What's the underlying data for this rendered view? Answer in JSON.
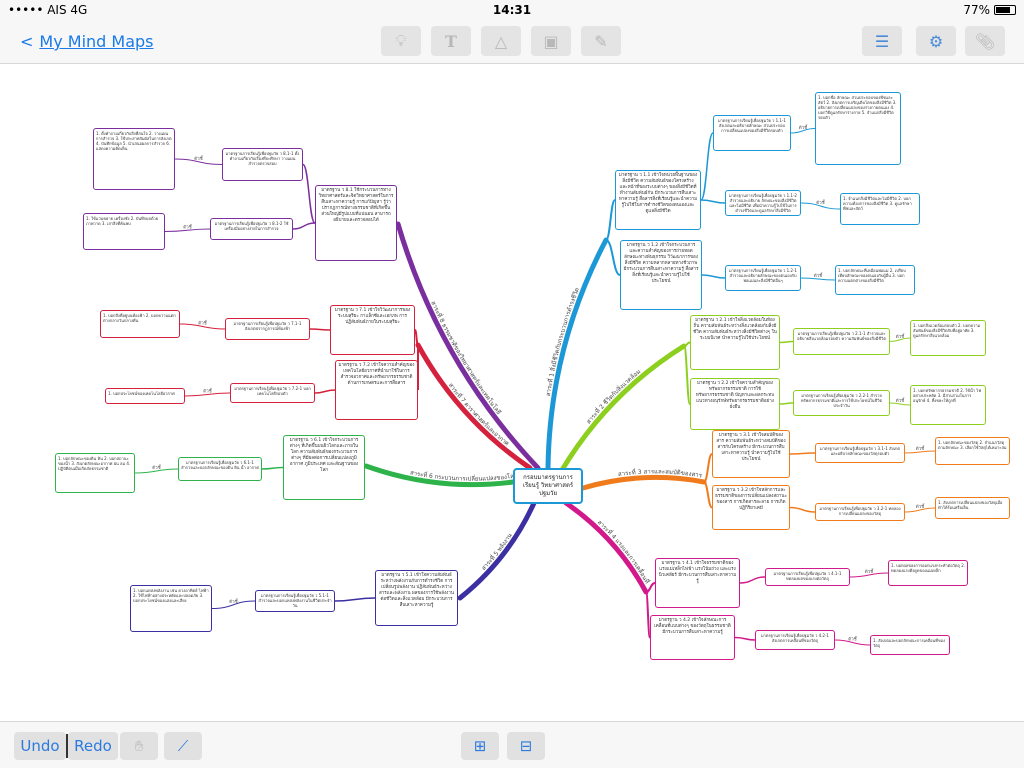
{
  "status": {
    "carrier": "••••• AIS  4G",
    "time": "14:31",
    "battery": "77%"
  },
  "nav": {
    "back_label": "My Mind Maps"
  },
  "toolbar": {
    "icons": [
      "lightbulb-icon",
      "text-icon",
      "shapes-icon",
      "image-icon",
      "pencil-icon",
      "outline-icon",
      "style-icon",
      "attachment-icon"
    ]
  },
  "bottom": {
    "undo": "Undo",
    "redo": "Redo"
  },
  "connector_label": "ตัวชี้",
  "center": "กรอบมาตรฐานการเรียนรู้ วิทยาศาสตร์ปฐมวัย",
  "branches": [
    {
      "label": "สาระที่ 1 สิ่งมีชีวิตกับกระบวนการดำรงชีวิต",
      "color": "#1c98d6"
    },
    {
      "label": "สาระที่ 2 ชีวิตกับสิ่งแวดล้อม",
      "color": "#8dcf1f"
    },
    {
      "label": "สาระที่ 3 สารและสมบัติของสาร",
      "color": "#f07b1c"
    },
    {
      "label": "สาระที่ 4 แรงและการเคลื่อนที่",
      "color": "#d2188a"
    },
    {
      "label": "สาระที่ 5 พลังงาน",
      "color": "#3b2fa2"
    },
    {
      "label": "สาระที่ 6 กระบวนการเปลี่ยนแปลงของโลก",
      "color": "#2db34a"
    },
    {
      "label": "สาระที่ 7 ดาราศาสตร์และอวกาศ",
      "color": "#d4213d"
    },
    {
      "label": "สาระที่ 8 ธรรมชาติของวิทยาศาสตร์และเทคโนโลยี",
      "color": "#7b2f9e"
    }
  ],
  "nodes": {
    "m1a": "มาตรฐาน ว 1.1 เข้าใจหน่วยพื้นฐานของสิ่งมีชีวิต ความสัมพันธ์ของโครงสร้าง และหน้าที่ของระบบต่างๆ ของสิ่งมีชีวิตที่ทำงานสัมพันธ์กัน มีกระบวนการสืบเสาะหาความรู้ สื่อสารสิ่งที่เรียนรู้และนำความรู้ไปใช้ในการดำรงชีวิตของตนเองและดูแลสิ่งมีชีวิต",
    "m1b": "มาตรฐาน ว 1.2 เข้าใจกระบวนการและความสำคัญของการถ่ายทอดลักษณะทางพันธุกรรม วิวัฒนาการของสิ่งมีชีวิต ความหลากหลายทางชีวภาพ มีกระบวนการสืบเสาะหาความรู้ สื่อสารสิ่งที่เรียนรู้และนำความรู้ไปใช้ประโยชน์",
    "s1a": "มาตรฐานการเรียนรู้เพื่อปฐมวัย ว 1.1-1 สังเกตและอธิบายลักษณะ ส่วนประกอบ การเปลี่ยนแปลงของสิ่งมีชีวิตรอบตัว",
    "s1b": "มาตรฐานการเรียนรู้เพื่อปฐมวัย ว 1.1-2 สำรวจและอธิบาย ลักษณะของสิ่งมีชีวิตและไม่มีชีวิต เพื่อนำความรู้ไปใช้ในการดำรงชีวิตและดูแลรักษาสิ่งมีชีวิต",
    "s1c": "มาตรฐานการเรียนรู้เพื่อปฐมวัย ว 1.2-1 สำรวจและอธิบายลักษณะของตนเองกับพ่อแม่และสิ่งมีชีวิตอื่นๆ",
    "l1a": "1. บอกชื่อ ลักษณะ ส่วนประกอบของพืชและสัตว์ 2. สังเกตการเจริญเติบโตของสิ่งมีชีวิต 3. อธิบายการเปลี่ยนแปลงของร่างกายตนเอง 4. บอกวิธีดูแลรักษาร่างกาย 5. จำแนกสิ่งมีชีวิตรอบตัว",
    "l1b": "1. จำแนกสิ่งมีชีวิตและไม่มีชีวิต 2. บอกความต้องการของสิ่งมีชีวิต 3. ดูแลรักษาพืชและสัตว์",
    "l1c": "1. บอกลักษณะที่เหมือนพ่อแม่ 2. เปรียบเทียบลักษณะของตนเองกับผู้อื่น 3. บอกความแตกต่างของสิ่งมีชีวิต",
    "m2a": "มาตรฐาน ว 2.1 เข้าใจสิ่งแวดล้อมในท้องถิ่น ความสัมพันธ์ระหว่างสิ่งแวดล้อมกับสิ่งมีชีวิต ความสัมพันธ์ระหว่างสิ่งมีชีวิตต่างๆ ในระบบนิเวศ นำความรู้ไปใช้ประโยชน์",
    "m2b": "มาตรฐาน ว 2.2 เข้าใจความสำคัญของทรัพยากรธรรมชาติ การใช้ทรัพยากรธรรมชาติ ปัญหาและผลกระทบ แนวทางอนุรักษ์ทรัพยากรธรรมชาติอย่างยั่งยืน",
    "s2a": "มาตรฐานการเรียนรู้เพื่อปฐมวัย ว 2.1-1 สำรวจและอธิบายสิ่งแวดล้อมรอบตัว ความสัมพันธ์ของสิ่งมีชีวิต",
    "s2b": "มาตรฐานการเรียนรู้เพื่อปฐมวัย ว 2.2-1 สำรวจทรัพยากรธรรมชาติและการใช้ประโยชน์ในชีวิตประจำวัน",
    "l2a": "1. บอกสิ่งแวดล้อมรอบตัว 2. บอกความสัมพันธ์ของสิ่งมีชีวิตกับที่อยู่อาศัย 3. ดูแลรักษาสิ่งแวดล้อม",
    "l2b": "1. บอกทรัพยากรธรรมชาติ 2. ใช้น้ำ ไฟอย่างประหยัด 3. มีส่วนร่วมในการอนุรักษ์ 4. ทิ้งขยะให้ถูกที่",
    "m3a": "มาตรฐาน ว 3.1 เข้าใจสมบัติของสาร ความสัมพันธ์ระหว่างสมบัติของสารกับโครงสร้าง มีกระบวนการสืบเสาะหาความรู้ นำความรู้ไปใช้ประโยชน์",
    "m3b": "มาตรฐาน ว 3.2 เข้าใจหลักการและธรรมชาติของการเปลี่ยนแปลงสถานะของสาร การเกิดสารละลาย การเกิดปฏิกิริยาเคมี",
    "s3a": "มาตรฐานการเรียนรู้เพื่อปฐมวัย ว 3.1-1 สังเกตและอธิบายลักษณะของวัสดุรอบตัว",
    "s3b": "มาตรฐานการเรียนรู้เพื่อปฐมวัย ว 3.2-1 ทดลองการเปลี่ยนแปลงของวัสดุ",
    "l3a": "1. บอกลักษณะของวัสดุ 2. จำแนกวัสดุตามลักษณะ 3. เลือกใช้วัสดุได้เหมาะสม",
    "l3b": "1. สังเกตการเปลี่ยนแปลงของวัสดุเมื่อทำให้ร้อนหรือเย็น",
    "m4a": "มาตรฐาน ว 4.1 เข้าใจธรรมชาติของแรงแม่เหล็กไฟฟ้า แรงโน้มถ่วง และแรงนิวเคลียร์ มีกระบวนการสืบเสาะหาความรู้",
    "m4b": "มาตรฐาน ว 4.2 เข้าใจลักษณะการเคลื่อนที่แบบต่างๆ ของวัตถุในธรรมชาติ มีกระบวนการสืบเสาะหาความรู้",
    "s4a": "มาตรฐานการเรียนรู้เพื่อปฐมวัย ว 4.1-1 ทดลองผลของแรงต่อวัตถุ",
    "s4b": "มาตรฐานการเรียนรู้เพื่อปฐมวัย ว 4.2-1 สังเกตการเคลื่อนที่ของวัตถุ",
    "l4a": "1. บอกผลของการออกแรงกระทำต่อวัตถุ 2. ทดลองแรงดึงดูดของแม่เหล็ก",
    "l4b": "1. สังเกตและบอกลักษณะการเคลื่อนที่ของวัตถุ",
    "m5a": "มาตรฐาน ว 5.1 เข้าใจความสัมพันธ์ระหว่างพลังงานกับการดำรงชีวิต การเปลี่ยนรูปพลังงาน ปฏิสัมพันธ์ระหว่างสารและพลังงาน ผลของการใช้พลังงานต่อชีวิตและสิ่งแวดล้อม มีกระบวนการสืบเสาะหาความรู้",
    "s5a": "มาตรฐานการเรียนรู้เพื่อปฐมวัย ว 5.1-1 สำรวจและบอกแหล่งพลังงานในชีวิตประจำวัน",
    "l5a": "1. บอกแหล่งพลังงาน เช่น ดวงอาทิตย์ ไฟฟ้า 2. ใช้ไฟฟ้าอย่างประหยัดและปลอดภัย 3. บอกประโยชน์ของแสงและเสียง",
    "m6a": "มาตรฐาน ว 6.1 เข้าใจกระบวนการต่างๆ ที่เกิดขึ้นบนผิวโลกและภายในโลก ความสัมพันธ์ของกระบวนการต่างๆ ที่มีผลต่อการเปลี่ยนแปลงภูมิอากาศ ภูมิประเทศ และสัณฐานของโลก",
    "s6a": "มาตรฐานการเรียนรู้เพื่อปฐมวัย ว 6.1-1 สำรวจและบอกลักษณะของดิน หิน น้ำ อากาศ",
    "l6a": "1. บอกลักษณะของดิน หิน 2. บอกสถานะของน้ำ 3. สังเกตลักษณะอากาศ ฝน ลม 4. ปฏิบัติตนเมื่อเกิดภัยธรรมชาติ",
    "m7a": "มาตรฐาน ว 7.1 เข้าใจวิวัฒนาการของระบบสุริยะ กาแล็กซีและเอกภพ การปฏิสัมพันธ์ภายในระบบสุริยะ",
    "m7b": "มาตรฐาน ว 7.2 เข้าใจความสำคัญของเทคโนโลยีอวกาศที่นำมาใช้ในการสำรวจอวกาศและทรัพยากรธรรมชาติ ด้านการเกษตรและการสื่อสาร",
    "s7a": "มาตรฐานการเรียนรู้เพื่อปฐมวัย ว 7.1-1 สังเกตปรากฏการณ์ท้องฟ้า",
    "s7b": "มาตรฐานการเรียนรู้เพื่อปฐมวัย ว 7.2-1 บอกเทคโนโลยีรอบตัว",
    "l7a": "1. บอกสิ่งที่อยู่บนท้องฟ้า 2. บอกความแตกต่างกลางวันกลางคืน",
    "l7b": "1. บอกประโยชน์ของเทคโนโลยีอวกาศ",
    "m8a": "มาตรฐาน ว 8.1 ใช้กระบวนการทางวิทยาศาสตร์และจิตวิทยาศาสตร์ในการสืบเสาะหาความรู้ การแก้ปัญหา รู้ว่าปรากฏการณ์ทางธรรมชาติที่เกิดขึ้นส่วนใหญ่มีรูปแบบที่แน่นอน สามารถอธิบายและตรวจสอบได้",
    "s8a": "มาตรฐานการเรียนรู้เพื่อปฐมวัย ว 8.1-1 ตั้งคำถามเกี่ยวกับเรื่องที่จะศึกษา วางแผนสำรวจตรวจสอบ",
    "s8b": "มาตรฐานการเรียนรู้เพื่อปฐมวัย ว 8.1-2 ใช้เครื่องมืออย่างง่ายในการสำรวจ",
    "l8a": "1. ตั้งคำถามเกี่ยวกับสิ่งที่สนใจ 2. วางแผนการสำรวจ 3. ใช้ประสาทสัมผัสในการสังเกต 4. บันทึกข้อมูล 5. นำเสนอผลการสำรวจ 6. แสดงความคิดเห็น",
    "l8b": "1. ใช้แว่นขยาย เครื่องชั่ง 2. บันทึกผลด้วยภาพวาด 3. เล่าสิ่งที่ค้นพบ"
  }
}
